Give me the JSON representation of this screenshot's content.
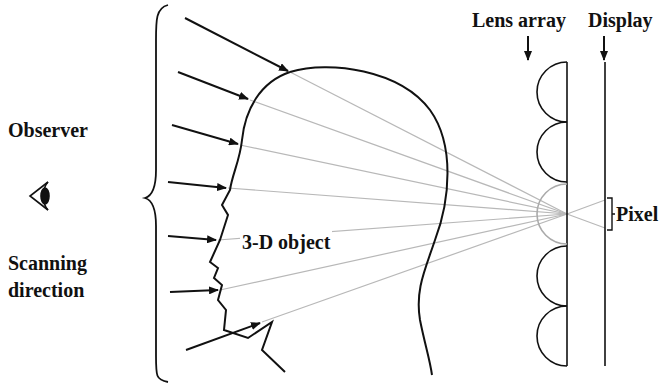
{
  "diagram": {
    "labels": [
      "Lens array",
      "Display",
      "Observer",
      "3-D object",
      "Pixel",
      "Scanning direction"
    ]
  }
}
